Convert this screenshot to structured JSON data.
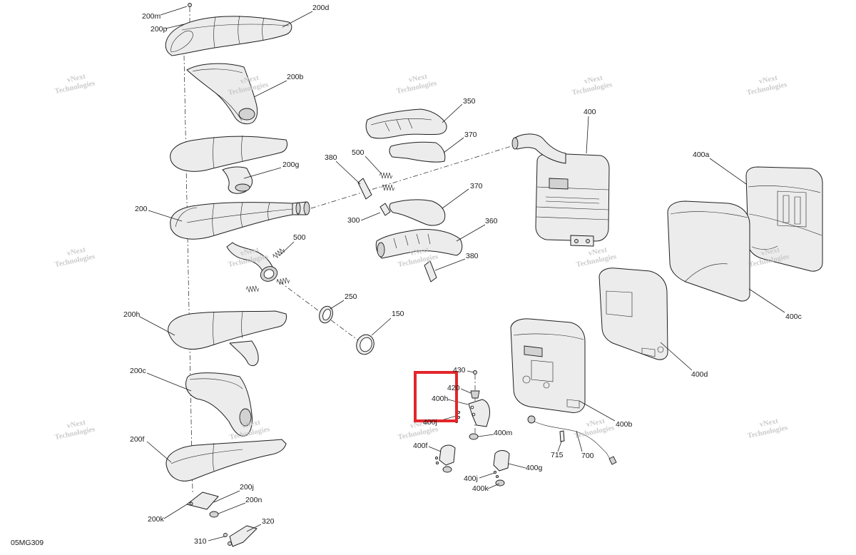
{
  "figure_code": "05MG309",
  "colors": {
    "highlight": "#e3262a",
    "outline": "#1e1e1e",
    "part_fill": "#ececec",
    "watermark": "#c2c2c2"
  },
  "watermark": {
    "line1": "vNext",
    "line2": "Technologies"
  },
  "callouts": {
    "c200m": "200m",
    "c200p": "200p",
    "c200d": "200d",
    "c200b": "200b",
    "c200g": "200g",
    "c200": "200",
    "c500_left": "500",
    "c250": "250",
    "c150": "150",
    "c200h": "200h",
    "c200c": "200c",
    "c200f": "200f",
    "c200j": "200j",
    "c200n": "200n",
    "c200k": "200k",
    "c320": "320",
    "c310": "310",
    "c350": "350",
    "c370_upper": "370",
    "c380_upper": "380",
    "c500_upper": "500",
    "c370_lower": "370",
    "c300": "300",
    "c360": "360",
    "c380_lower": "380",
    "c400": "400",
    "c400a": "400a",
    "c400c": "400c",
    "c400d": "400d",
    "c400b": "400b",
    "c430": "430",
    "c420": "420",
    "c400h": "400h",
    "c400j_upper": "400j",
    "c400m": "400m",
    "c400f": "400f",
    "c715": "715",
    "c700": "700",
    "c400g": "400g",
    "c400j_lower": "400j",
    "c400k": "400k"
  }
}
